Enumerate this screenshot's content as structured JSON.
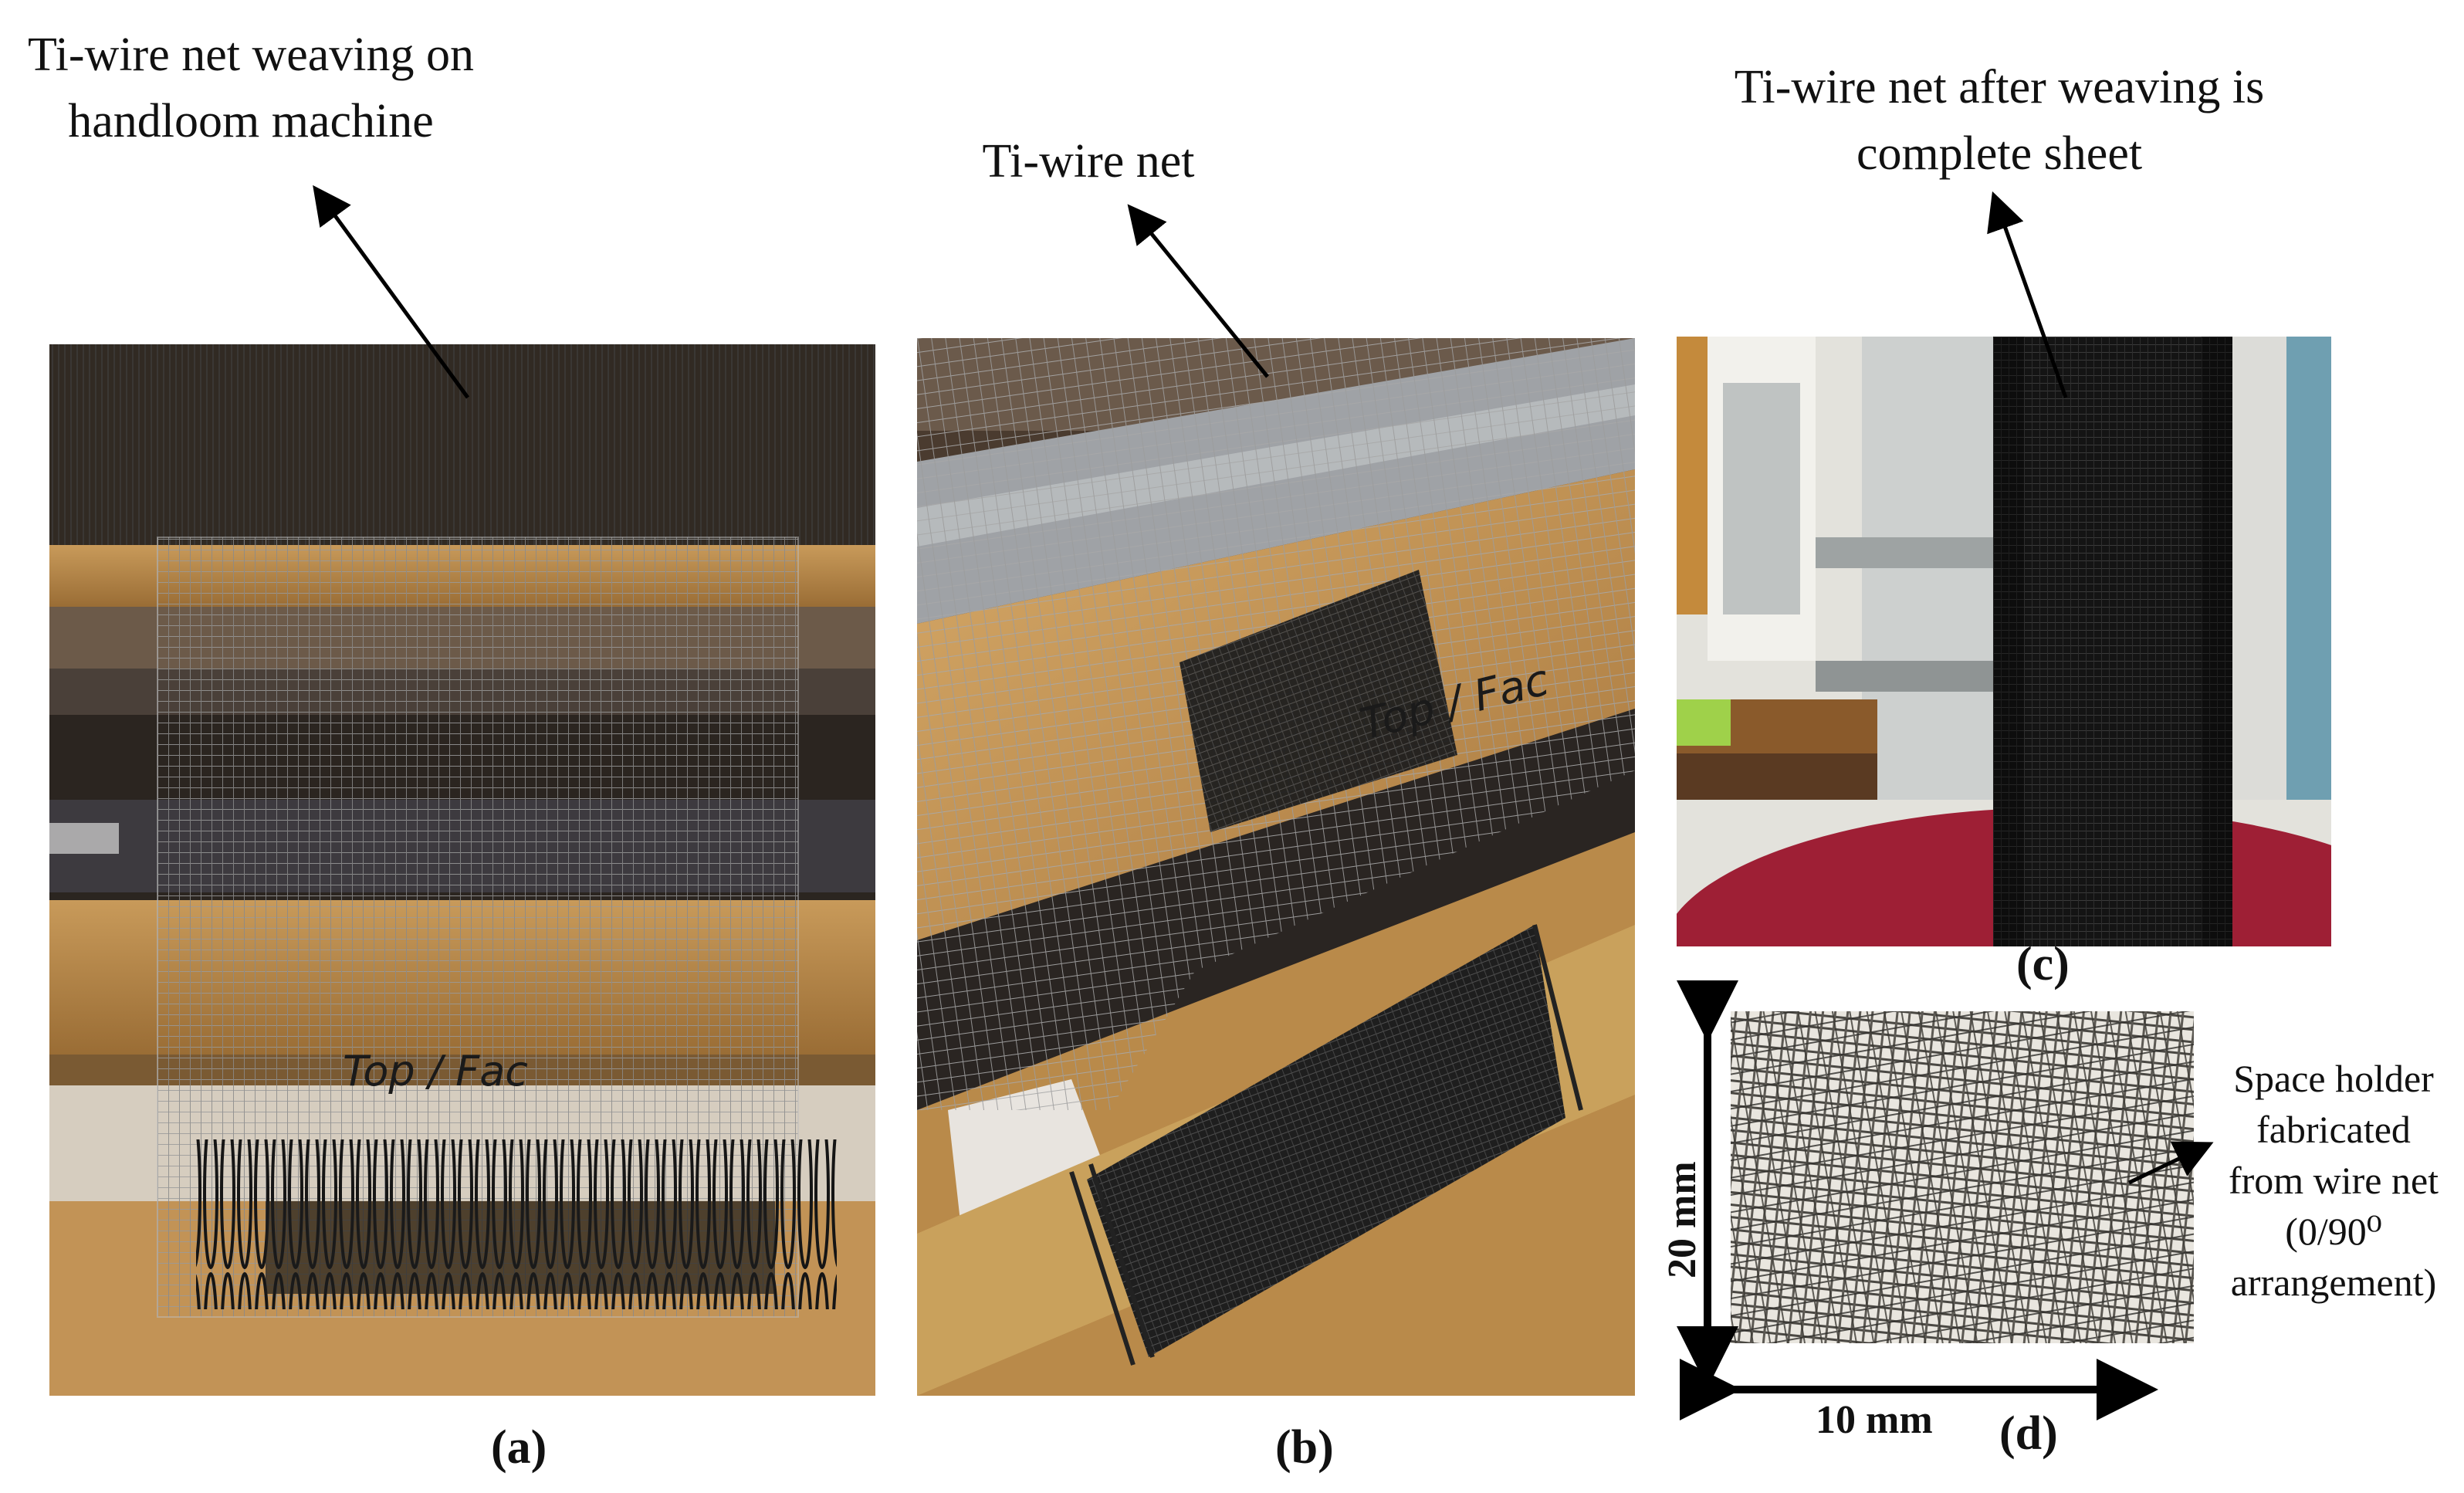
{
  "figure": {
    "panel_a": {
      "caption_line1": "Ti-wire net weaving on",
      "caption_line2": "handloom machine",
      "label": "(a)",
      "board_text": "Top / Fac"
    },
    "panel_b": {
      "caption": "Ti-wire net",
      "label": "(b)",
      "board_text": "Top / Fac"
    },
    "panel_c": {
      "caption_line1": "Ti-wire net after weaving is",
      "caption_line2": "complete  sheet",
      "label": "(c)"
    },
    "panel_d": {
      "label": "(d)",
      "side_line1": "Space holder",
      "side_line2": "fabricated",
      "side_line3": "from wire net",
      "side_line4": "(0/90⁰",
      "side_line5": "arrangement)",
      "dim_vertical": "20 mm",
      "dim_horizontal": "10 mm"
    }
  }
}
